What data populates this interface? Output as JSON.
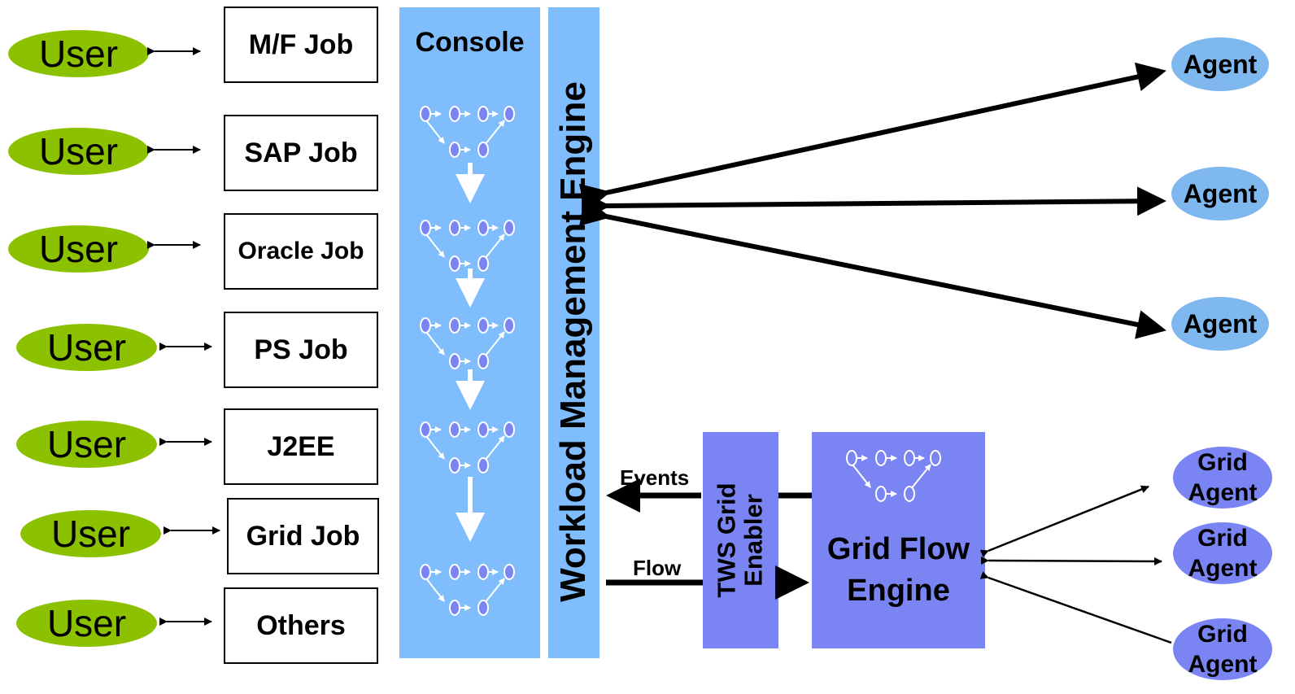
{
  "users": [
    "User",
    "User",
    "User",
    "User",
    "User",
    "User",
    "User"
  ],
  "jobs": [
    "M/F Job",
    "SAP Job",
    "Oracle Job",
    "PS Job",
    "J2EE",
    "Grid Job",
    "Others"
  ],
  "console": {
    "title": "Console"
  },
  "engine": {
    "label": "Workload Management Engine"
  },
  "tws": {
    "label": "TWS Grid Enabler"
  },
  "grid_flow": {
    "label": "Grid Flow Engine"
  },
  "agents": [
    "Agent",
    "Agent",
    "Agent"
  ],
  "grid_agents": [
    "Grid Agent",
    "Grid Agent",
    "Grid Agent"
  ],
  "flow_labels": {
    "events": "Events",
    "flow": "Flow"
  },
  "colors": {
    "user": "#8cc100",
    "console": "#7fbdfc",
    "agent": "#7fb8ef",
    "grid": "#7a85f3"
  }
}
